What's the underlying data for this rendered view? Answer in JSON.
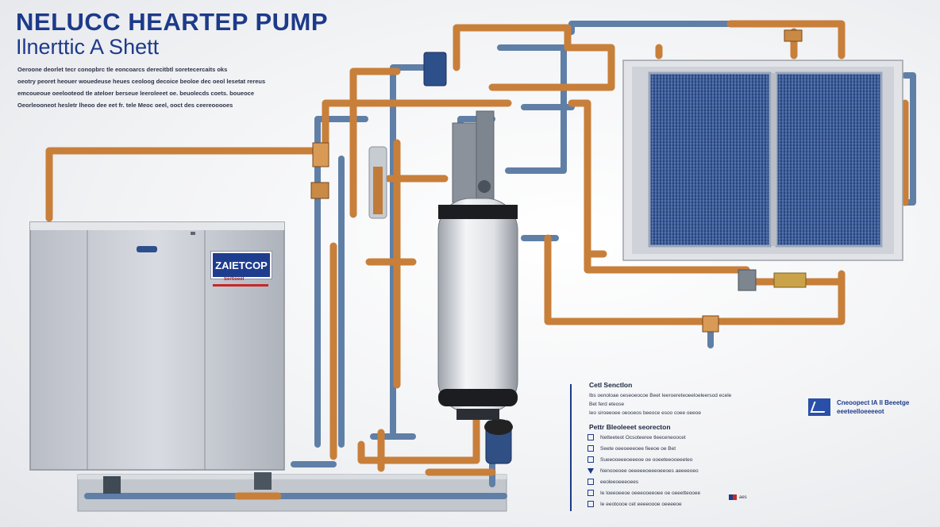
{
  "header": {
    "title": "NELUCC HEARTEP PUMP",
    "subtitle": "Ilnerttic A Shett",
    "intro_lines": [
      "Oeroone deorlet tecr conopbrc tle eoncoarcs derecitbtl soretecercaits oks",
      "oeotry peoret heouer wouedeuse heues ceoloog decoice beoloe dec oeol lesetat rereus",
      "emcoueoue oeelooteod tle ateloer berseue leeroleeet oe. beuolecds coets. boueoce",
      "Oeorleooneot hesletr lheoo dee eet fr. tele Meoc oeel, ooct des ceereooooes"
    ]
  },
  "unit_badge": {
    "label": "ZAIETCOP",
    "sub_label": "Sertioeel",
    "color": "#1e3d8f"
  },
  "specs": {
    "section1_title": "Cetl Senctlon",
    "section1_lines": [
      "Ibs oenoloae oeseoeocoe Beet Ieeroereteoeeloeleersod ecele",
      "Bet ferd eteose",
      "Ieo siroeeoee oeooeos beeoce esoo coee oeeoe"
    ],
    "section2_title": "Pettr Bleoleeet seorecton",
    "rows": [
      {
        "icon": "square-icon",
        "text": "Netteeteot Ocsoteeree tleeceneoocet"
      },
      {
        "icon": "square-icon",
        "text": "Seete oeeoeeeoee fieeoe oe Bet"
      },
      {
        "icon": "square-icon",
        "text": "Sueeooeeeoeeeoe oe ooeeteeooeeeteo"
      },
      {
        "icon": "triangle-icon",
        "text": "Nenooeoee oeeeeeoeeeoeeoes aeeeeoeo"
      },
      {
        "icon": "square-icon",
        "text": "eeoleeoeeeoees"
      },
      {
        "icon": "square-icon",
        "text": "Ie loeeoeeoe oeeeooeeoee oe oeeetteooee"
      },
      {
        "icon": "square-icon",
        "text": "Ie eeotoooe cet eeeeoooe oeeeeoe"
      }
    ],
    "flag_text": "aes"
  },
  "corp": {
    "line1": "Cneoopect IA Il Beeetge",
    "line2": "eeeteelloeeeeot"
  },
  "colors": {
    "copper": "#c87f3a",
    "steel_blue": "#5f7fa6",
    "unit_gray": "#c9ccd3",
    "brand_blue": "#1d3a8a"
  }
}
